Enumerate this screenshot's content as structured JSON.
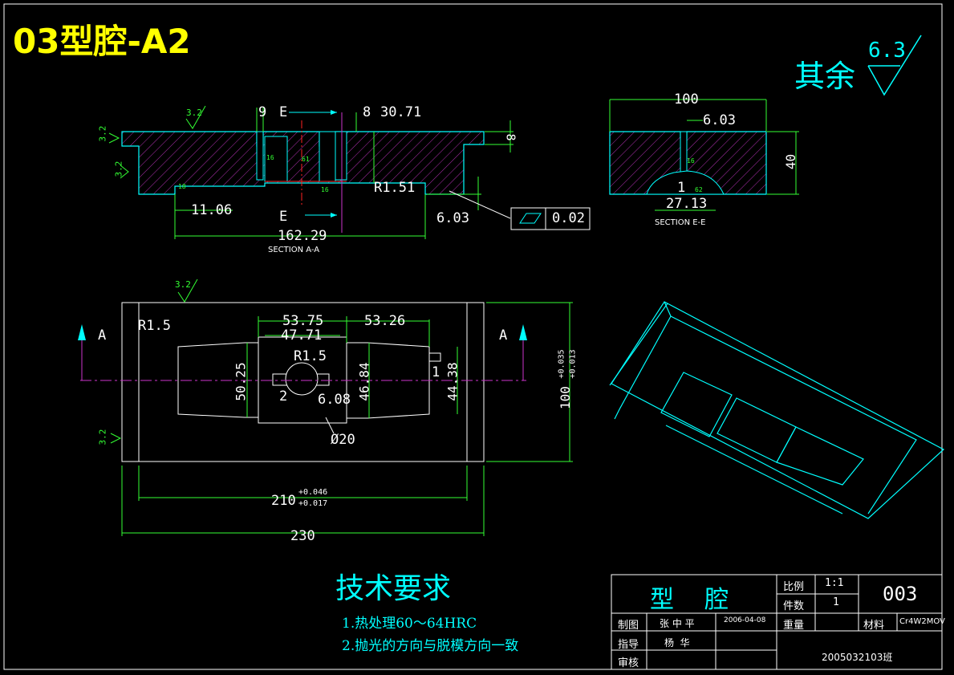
{
  "title": "03型腔-A2",
  "roughness": {
    "label": "其余",
    "value": "6.3",
    "small": "3.2"
  },
  "section_aa": {
    "label": "SECTION A-A",
    "dims": {
      "d9": "9",
      "e": "E",
      "d8": "8",
      "d3071": "30.71",
      "d8r": "8",
      "r151": "R1.51",
      "d1106": "11.06",
      "d603": "6.03",
      "d16229": "162.29",
      "e2": "E"
    },
    "small_marks": [
      "18",
      "16",
      "16",
      "61"
    ],
    "tolerance": "0.02"
  },
  "section_ee": {
    "label": "SECTION E-E",
    "dims": {
      "d100": "100",
      "d603": "6.03",
      "d40": "40",
      "d1": "1",
      "d2713": "27.13"
    },
    "small_marks": [
      "16",
      "62"
    ]
  },
  "plan": {
    "dims": {
      "r15a": "R1.5",
      "a_left": "A",
      "a_right": "A",
      "d5375": "53.75",
      "d5326": "53.26",
      "d4771": "47.71",
      "r15b": "R1.5",
      "d5025": "50.25",
      "d4684": "46.84",
      "d4438": "44.38",
      "d1": "1",
      "d2": "2",
      "d608": "6.08",
      "phi20": "Ø20",
      "d100": "100",
      "d100_tol_up": "+0.035",
      "d100_tol_dn": "+0.013",
      "d210": "210",
      "d210_tol_up": "+0.046",
      "d210_tol_dn": "+0.017",
      "d230": "230"
    }
  },
  "tech": {
    "heading": "技术要求",
    "items": [
      "1.热处理60～64HRC",
      "2.抛光的方向与脱模方向一致"
    ]
  },
  "title_block": {
    "name": "型    腔",
    "scale_label": "比例",
    "scale_value": "1:1",
    "qty_label": "件数",
    "qty_value": "1",
    "drawing_no": "003",
    "weight_label": "重量",
    "material_label": "材料",
    "material_value": "Cr4W2MOV",
    "drawn_label": "制图",
    "drawn_name": "张 中 平",
    "drawn_date": "2006-04-08",
    "guide_label": "指导",
    "guide_name": "杨  华",
    "check_label": "审核",
    "class": "2005032103班"
  },
  "colors": {
    "bg": "#000000",
    "frame": "#ffffff",
    "outline": "#00ffff",
    "dim": "#33ff33",
    "hatch": "#cc33cc",
    "center": "#ff2222",
    "title": "#ffff00"
  }
}
